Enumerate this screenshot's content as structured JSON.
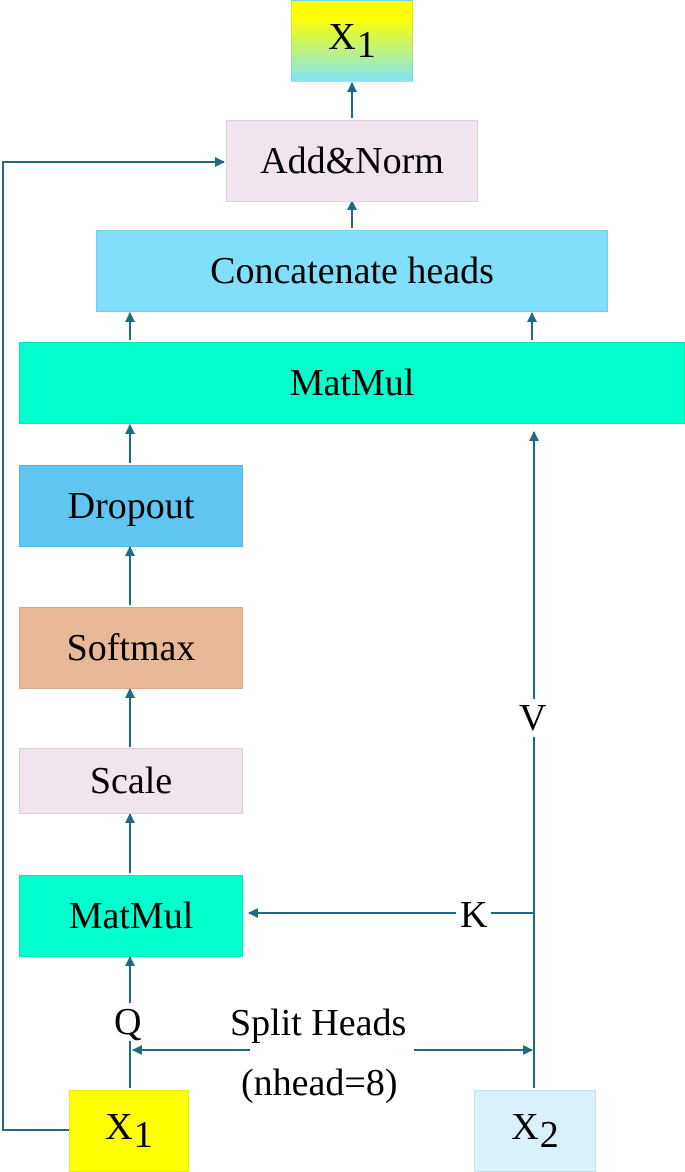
{
  "colors": {
    "arrow": "#1f6a84",
    "out_box_top": "#ffff00",
    "out_box_bottom": "#80e6f2",
    "add_norm": "#f0e4ee",
    "concat": "#82dffb",
    "matmul": "#00ffcc",
    "dropout": "#5ec6f0",
    "softmax": "#e9b897",
    "scale": "#f0e4ee",
    "input_x1": "#ffff00",
    "input_x2": "#d8f1fb"
  },
  "boxes": {
    "out_x1": {
      "main": "X",
      "sub": "1"
    },
    "add_norm": "Add&Norm",
    "concat": "Concatenate heads",
    "matmul_top": "MatMul",
    "dropout": "Dropout",
    "softmax": "Softmax",
    "scale": "Scale",
    "matmul_bottom": "MatMul",
    "in_x1": {
      "main": "X",
      "sub": "1"
    },
    "in_x2": {
      "main": "X",
      "sub": "2"
    }
  },
  "labels": {
    "v": "V",
    "k": "K",
    "q": "Q",
    "split_line1": "Split Heads",
    "split_line2": "(nhead=8)"
  }
}
